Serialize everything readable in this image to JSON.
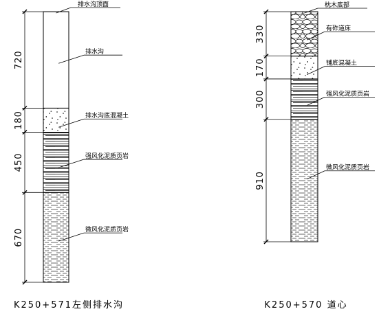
{
  "columns": [
    {
      "id": "left",
      "title": "K250+571左侧排水沟",
      "top_label": "排水沟顶面",
      "layers": [
        {
          "dimension": "720",
          "label": "排水沟",
          "fill": "blank"
        },
        {
          "dimension": "180",
          "label": "排水沟底混凝土",
          "fill": "concrete"
        },
        {
          "dimension": "450",
          "label": "强风化泥质页岩",
          "fill": "strong-shale"
        },
        {
          "dimension": "670",
          "label": "微风化泥质页岩",
          "fill": "weak-shale"
        }
      ]
    },
    {
      "id": "right",
      "title": "K250+570 道心",
      "top_label": "枕木底部",
      "layers": [
        {
          "dimension": "330",
          "label": "有砟道床",
          "fill": "ballast"
        },
        {
          "dimension": "170",
          "label": "铺底混凝土",
          "fill": "concrete"
        },
        {
          "dimension": "300",
          "label": "强风化泥质页岩",
          "fill": "strong-shale"
        },
        {
          "dimension": "910",
          "label": "微风化泥质页岩",
          "fill": "weak-shale"
        }
      ]
    }
  ],
  "colors": {
    "line": "#000000",
    "background": "#ffffff"
  }
}
